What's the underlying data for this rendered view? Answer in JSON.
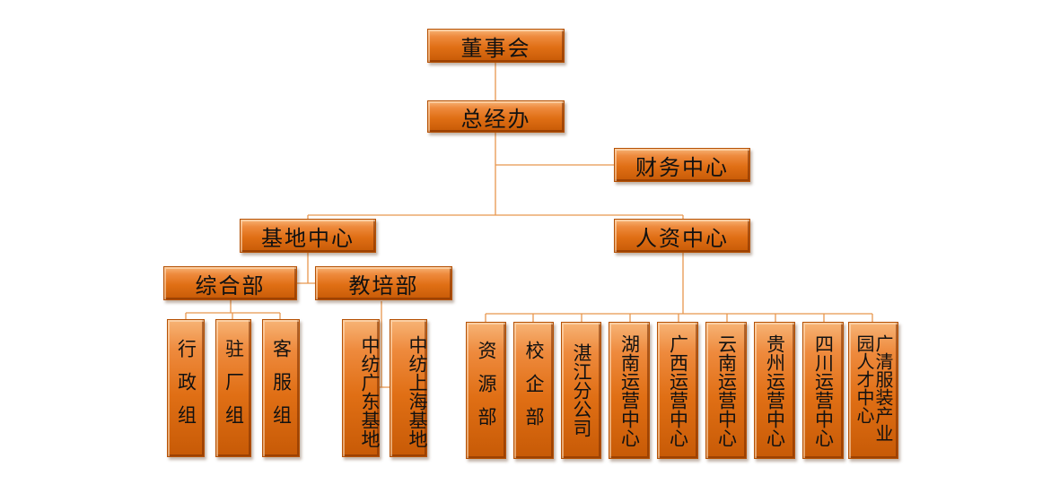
{
  "title_colors": {
    "node_fill": "#e06f15",
    "node_border": "#b55104",
    "connector": "#e8964e"
  },
  "nodes": {
    "board": "董事会",
    "gm_office": "总经办",
    "finance": "财务中心",
    "base_center": "基地中心",
    "hr_center": "人资中心",
    "general_dept": "综合部",
    "training_dept": "教培部",
    "admin_group": "行政组",
    "onsite_group": "驻厂组",
    "service_group": "客服组",
    "guangdong_base": "中纺广东基地",
    "shanghai_base": "中纺上海基地",
    "resource_dept": "资源部",
    "school_dept": "校企部",
    "zhanjiang_branch": "湛江分公司",
    "hunan_ops": "湖南运营中心",
    "guangxi_ops": "广西运营中心",
    "yunnan_ops": "云南运营中心",
    "guizhou_ops": "贵州运营中心",
    "sichuan_ops": "四川运营中心",
    "qingyuan_talent": "广清服装产业园人才中心"
  }
}
